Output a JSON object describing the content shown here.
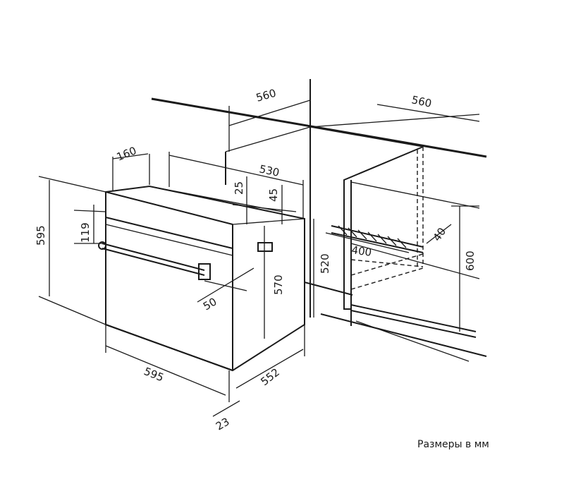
{
  "dimensions": {
    "cabinet_width_top": "560",
    "opening_width_top": "560",
    "oven_depth": "530",
    "panel_depth": "160",
    "panel_offset": "25",
    "vent_offset": "45",
    "panel_height": "119",
    "overall_height": "595",
    "body_height": "570",
    "handle_depth": "50",
    "overall_width": "595",
    "body_width": "552",
    "front_thickness": "23",
    "niche_height": "520",
    "vent_depth": "400",
    "vent_gap": "40",
    "opening_height": "600"
  },
  "units_note": "Размеры в мм",
  "colors": {
    "line": "#1a1a1a",
    "background": "#ffffff"
  }
}
